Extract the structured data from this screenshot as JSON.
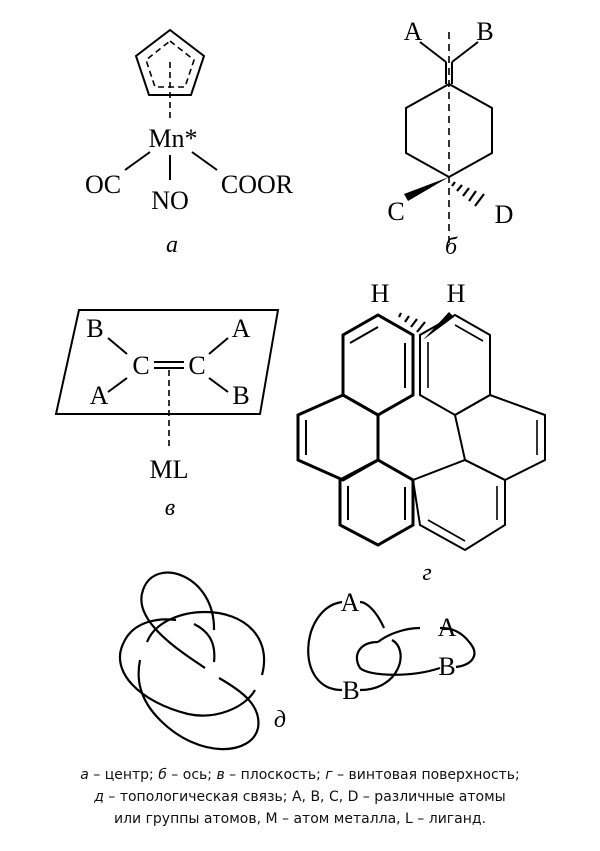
{
  "panel_a": {
    "metal": "Mn*",
    "ligand_left": "OC",
    "ligand_bottom": "NO",
    "ligand_right": "COOR",
    "label": "а"
  },
  "panel_b": {
    "top_left": "A",
    "top_right": "B",
    "bottom_left": "C",
    "bottom_right": "D",
    "label": "б"
  },
  "panel_v": {
    "top_left": "B",
    "top_right": "A",
    "bottom_left": "A",
    "bottom_right": "B",
    "carbon_left": "C",
    "carbon_right": "C",
    "double_bond": "═",
    "ligand": "ML",
    "label": "в"
  },
  "panel_g": {
    "h_left": "H",
    "h_right": "H",
    "label": "г"
  },
  "panel_d": {
    "ring_top": "A",
    "ring_bottom": "B",
    "ring2_top": "A",
    "ring2_bottom": "B",
    "label": "д"
  },
  "caption": {
    "l1_s1": "а",
    "l1_t1": " – центр; ",
    "l1_s2": "б",
    "l1_t2": " – ось; ",
    "l1_s3": "в",
    "l1_t3": " – плоскость; ",
    "l1_s4": "г",
    "l1_t4": " – винтовая поверхность;",
    "l2_s1": "д",
    "l2_t1": " – топологическая связь; A, B, C, D – различные атомы",
    "l3": "или группы атомов, M – атом металла, L – лиганд."
  }
}
